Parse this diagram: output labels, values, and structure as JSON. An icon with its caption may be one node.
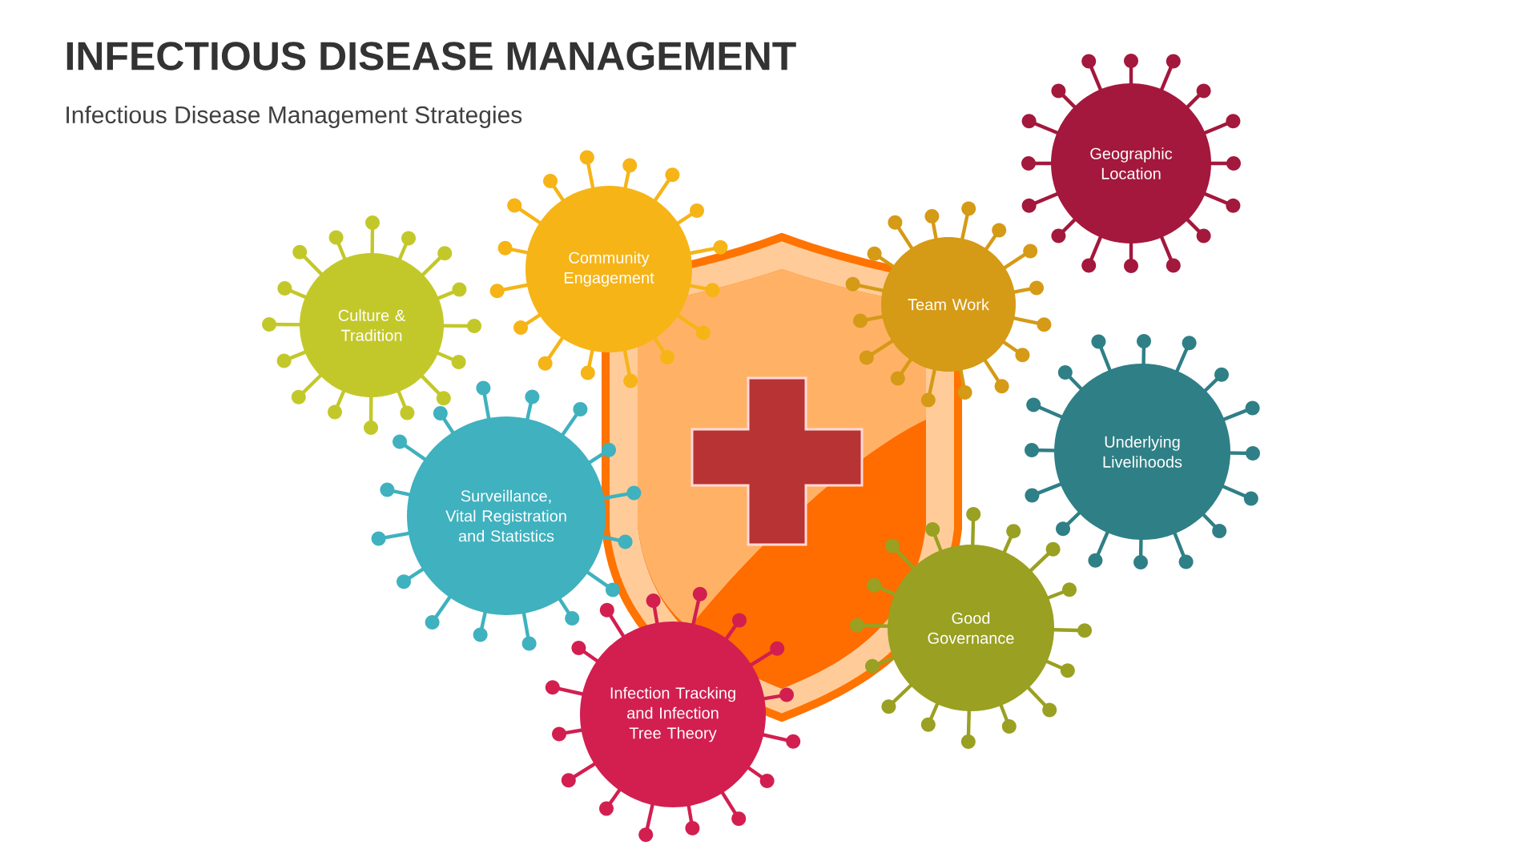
{
  "diagram": {
    "title": "INFECTIOUS DISEASE MANAGEMENT",
    "nodes": [
      {
        "text": [
          "Geographic Location"
        ]
      },
      {
        "text": [
          "Community Engagement"
        ]
      },
      {
        "text": [
          "Culture & Tradition"
        ]
      },
      {
        "text": [
          "Team Work"
        ]
      },
      {
        "text": [
          "Underlying Livelihoods"
        ]
      },
      {
        "text": [
          "Surveillance, Vital Registration and Statistics"
        ]
      },
      {
        "text": [
          "Good Governance"
        ]
      },
      {
        "text": [
          "Infection Tracking and Infection Tree Theory"
        ]
      }
    ],
    "labels": [
      "Infectious Disease Management Strategies"
    ]
  }
}
